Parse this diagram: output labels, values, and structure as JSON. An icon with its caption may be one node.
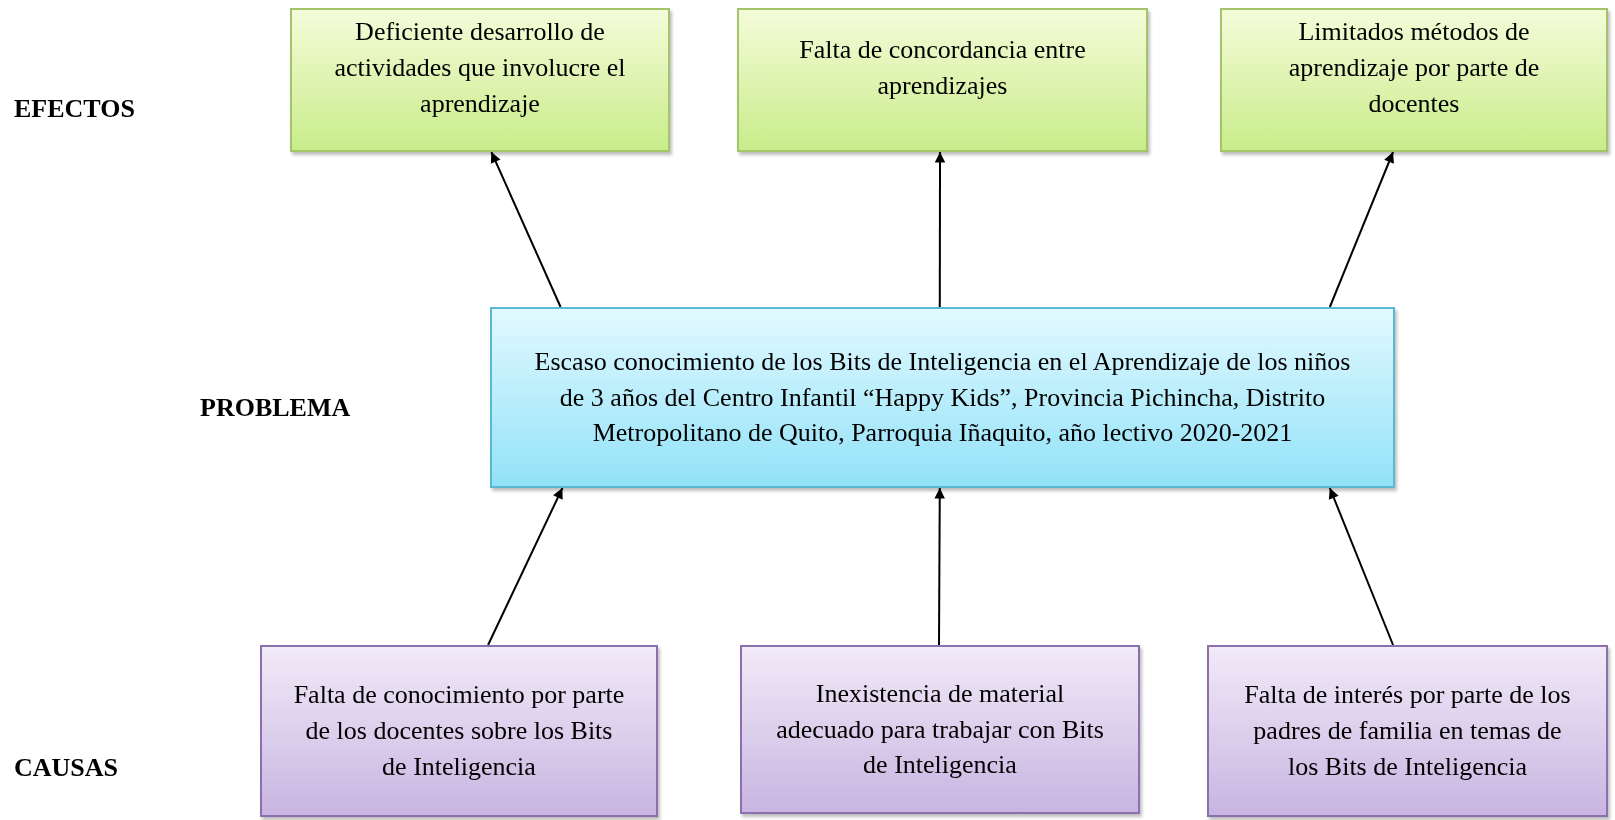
{
  "diagram": {
    "nodes": [
      {
        "text": [
          "Deficiente desarrollo de actividades que involucre el aprendizaje"
        ]
      },
      {
        "text": [
          "Falta de concordancia entre aprendizajes"
        ]
      },
      {
        "text": [
          "Limitados métodos de aprendizaje por parte de docentes"
        ]
      },
      {
        "text": [
          "Escaso conocimiento de los Bits de Inteligencia en el Aprendizaje de los niños de 3 años del Centro Infantil “Happy Kids”, Provincia Pichincha, Distrito Metropolitano de Quito, Parroquia Iñaquito, año lectivo 2020-2021"
        ]
      },
      {
        "text": [
          "Falta de conocimiento por parte de los docentes sobre los Bits de Inteligencia"
        ]
      },
      {
        "text": [
          "Inexistencia de material adecuado para trabajar con Bits de Inteligencia"
        ]
      },
      {
        "text": [
          "Falta de interés por parte de los padres de familia en temas de los Bits de Inteligencia"
        ]
      }
    ],
    "edges": [
      {
        "from": 3,
        "to": 0,
        "arrow": "to"
      },
      {
        "from": 3,
        "to": 1,
        "arrow": "to"
      },
      {
        "from": 3,
        "to": 2,
        "arrow": "to"
      },
      {
        "from": 4,
        "to": 3,
        "arrow": "to"
      },
      {
        "from": 5,
        "to": 3,
        "arrow": "to"
      },
      {
        "from": 6,
        "to": 3,
        "arrow": "to"
      }
    ],
    "labels": [
      "EFECTOS",
      "PROBLEMA",
      "CAUSAS"
    ]
  }
}
